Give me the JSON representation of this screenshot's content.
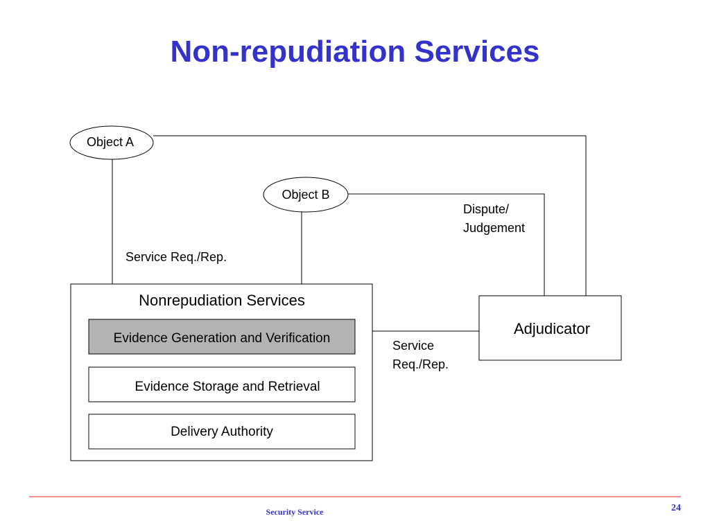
{
  "slide": {
    "title": "Non-repudiation Services",
    "footer": "Security Service",
    "page_number": "24",
    "title_color": "#3333cc",
    "footer_rule_color": "#dd2222"
  },
  "diagram": {
    "object_a": "Object A",
    "object_b": "Object B",
    "service_req_left": "Service Req./Rep.",
    "dispute_line1": "Dispute/",
    "dispute_line2": "Judgement",
    "nonrep_box_title": "Nonrepudiation Services",
    "evidence_generation": "Evidence Generation and Verification",
    "evidence_storage": "Evidence Storage and Retrieval",
    "delivery_authority": "Delivery Authority",
    "adjudicator": "Adjudicator",
    "service_req_right_line1": "Service",
    "service_req_right_line2": "Req./Rep.",
    "highlight_fill": "#b3b3b3"
  }
}
